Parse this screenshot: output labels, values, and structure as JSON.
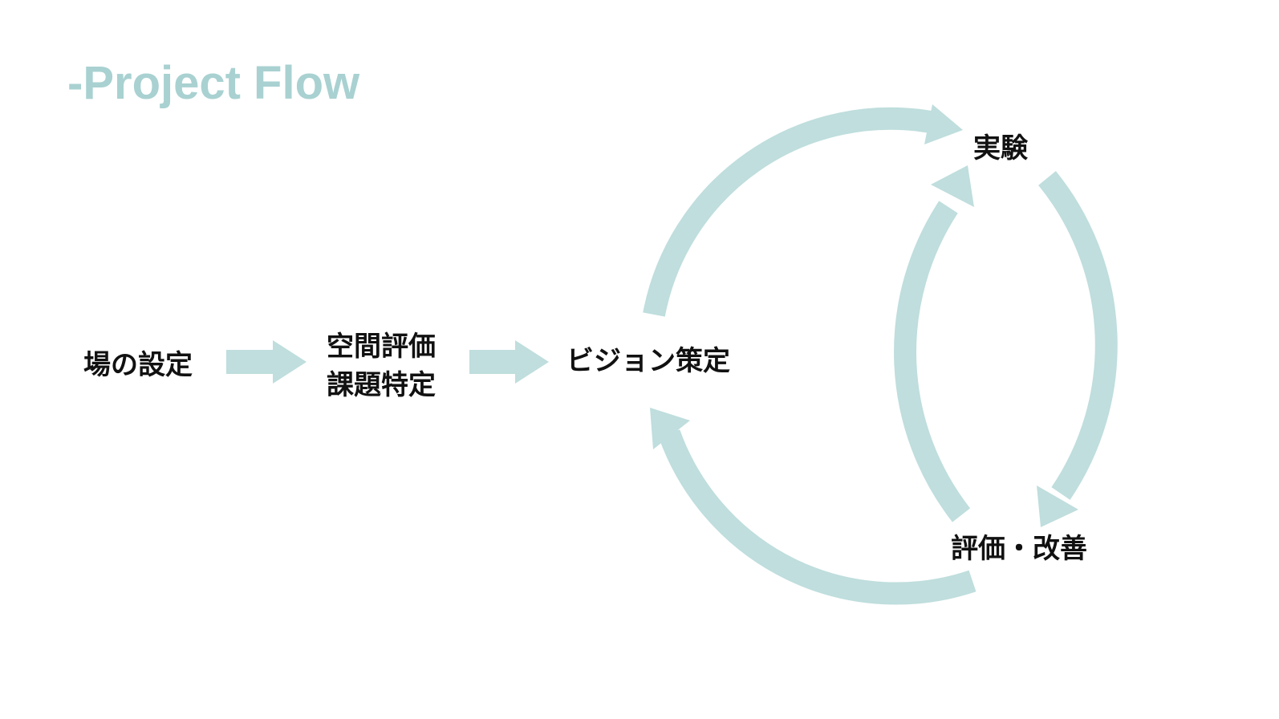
{
  "title": "-Project Flow",
  "nodes": {
    "setting": "場の設定",
    "evaluation_line1": "空間評価",
    "evaluation_line2": "課題特定",
    "vision": "ビジョン策定",
    "experiment": "実験",
    "improve": "評価・改善"
  },
  "colors": {
    "arrow": "#bfdedd",
    "title": "#a9d1d1",
    "text": "#111111"
  }
}
